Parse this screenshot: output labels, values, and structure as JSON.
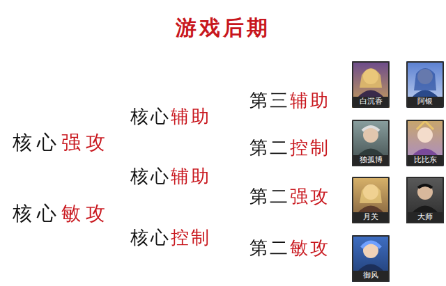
{
  "diagram": {
    "title": "游戏后期",
    "nodes": [
      {
        "text": [
          "白沉香"
        ]
      },
      {
        "text": [
          "阿银"
        ]
      },
      {
        "text": [
          "独孤博"
        ]
      },
      {
        "text": [
          "比比东"
        ]
      },
      {
        "text": [
          "月关"
        ]
      },
      {
        "text": [
          "大师"
        ]
      },
      {
        "text": [
          "御风"
        ]
      }
    ],
    "labels": [
      "核心强攻",
      "核心敏攻",
      "核心辅助",
      "核心辅助",
      "核心控制",
      "第三辅助",
      "第二控制",
      "第二强攻",
      "第二敏攻"
    ]
  }
}
